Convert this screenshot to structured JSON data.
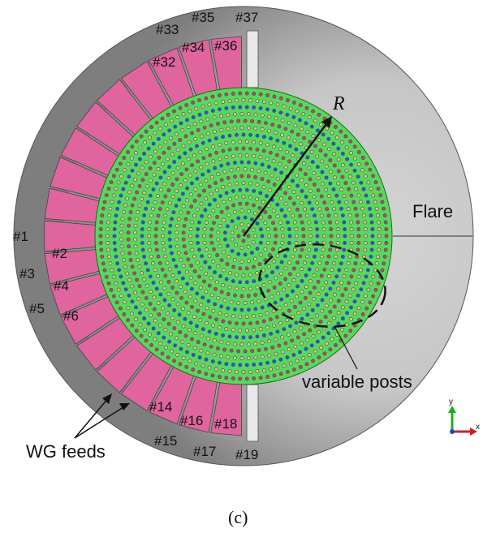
{
  "figure": {
    "caption": "(c)",
    "radius_label": "R",
    "flare_label": "Flare",
    "variable_posts_label": "variable posts",
    "wg_feeds_label": "WG feeds",
    "axes": {
      "y": "y",
      "x": "x"
    }
  },
  "feeds": {
    "inner_labels": [
      "#2",
      "#4",
      "#6",
      "#14",
      "#16",
      "#18",
      "#32",
      "#34",
      "#36"
    ],
    "outer_labels": [
      "#1",
      "#3",
      "#5",
      "#15",
      "#17",
      "#19",
      "#33",
      "#35",
      "#37"
    ]
  },
  "colors": {
    "background_disk": "#a8a8a8",
    "inner_disk": "#5cd65c",
    "feed": "#e0659e",
    "post_outline": "#2a5a8c",
    "post_fill_a": "#d04040",
    "post_fill_b": "#e6d060",
    "post_fill_c": "#3050c8"
  }
}
